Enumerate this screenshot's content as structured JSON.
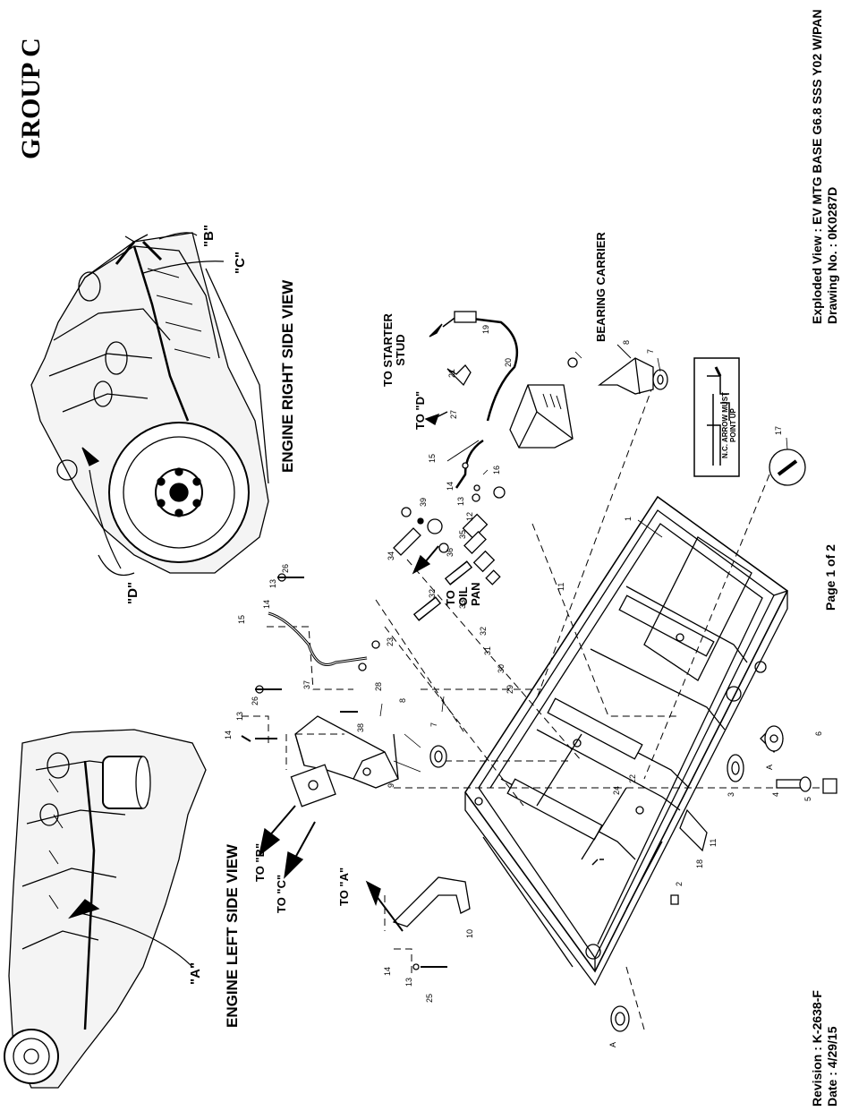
{
  "group_title": "GROUP C",
  "title_block": {
    "view": "Exploded View : EV MTG BASE G6.8 SSS Y02 W/PAN",
    "drawing": "Drawing No. : 0K0287D"
  },
  "revision": {
    "revision": "Revision : K-2638-F",
    "date": "Date : 4/29/15"
  },
  "page_number": "Page 1 of 2",
  "views": {
    "right": "ENGINE RIGHT SIDE VIEW",
    "left": "ENGINE LEFT SIDE VIEW"
  },
  "callouts": {
    "a": "\"A\"",
    "b": "\"B\"",
    "c": "\"C\"",
    "d": "\"D\""
  },
  "directions": {
    "to_starter_line1": "TO STARTER",
    "to_starter_line2": "STUD",
    "to_d": "TO \"D\"",
    "to_oil_line1": "TO",
    "to_oil_line2": "OIL",
    "to_oil_line3": "PAN",
    "bearing_carrier": "BEARING CARRIER",
    "to_b": "TO \"B\"",
    "to_c": "TO \"C\"",
    "to_a": "TO \"A\""
  },
  "note": {
    "line1": "N.C. ARROW MUST",
    "line2": "POINT UP"
  },
  "parts": {
    "p1": "1",
    "p2": "2",
    "p3": "3",
    "p4": "4",
    "p5": "5",
    "p6": "6",
    "p7a": "7",
    "p7b": "7",
    "p8a": "8",
    "p8b": "8",
    "p9": "9",
    "p10": "10",
    "p11a": "11",
    "p11b": "11",
    "p12": "12",
    "p13a": "13",
    "p13b": "13",
    "p13c": "13",
    "p13d": "13",
    "p14a": "14",
    "p14b": "14",
    "p14c": "14",
    "p14d": "14",
    "p15a": "15",
    "p15b": "15",
    "p16": "16",
    "p17": "17",
    "p18": "18",
    "p19": "19",
    "p20": "20",
    "p21": "21",
    "p22": "22",
    "p23": "23",
    "p24": "24",
    "p25": "25",
    "p26a": "26",
    "p26b": "26",
    "p27": "27",
    "p28": "28",
    "p29": "29",
    "p30": "30",
    "p31": "31",
    "p32a": "32",
    "p32b": "32",
    "p33": "33",
    "p34": "34",
    "p35": "35",
    "p36": "36",
    "p37": "37",
    "p38": "38",
    "p39": "39",
    "pA1": "A",
    "pA2": "A"
  }
}
